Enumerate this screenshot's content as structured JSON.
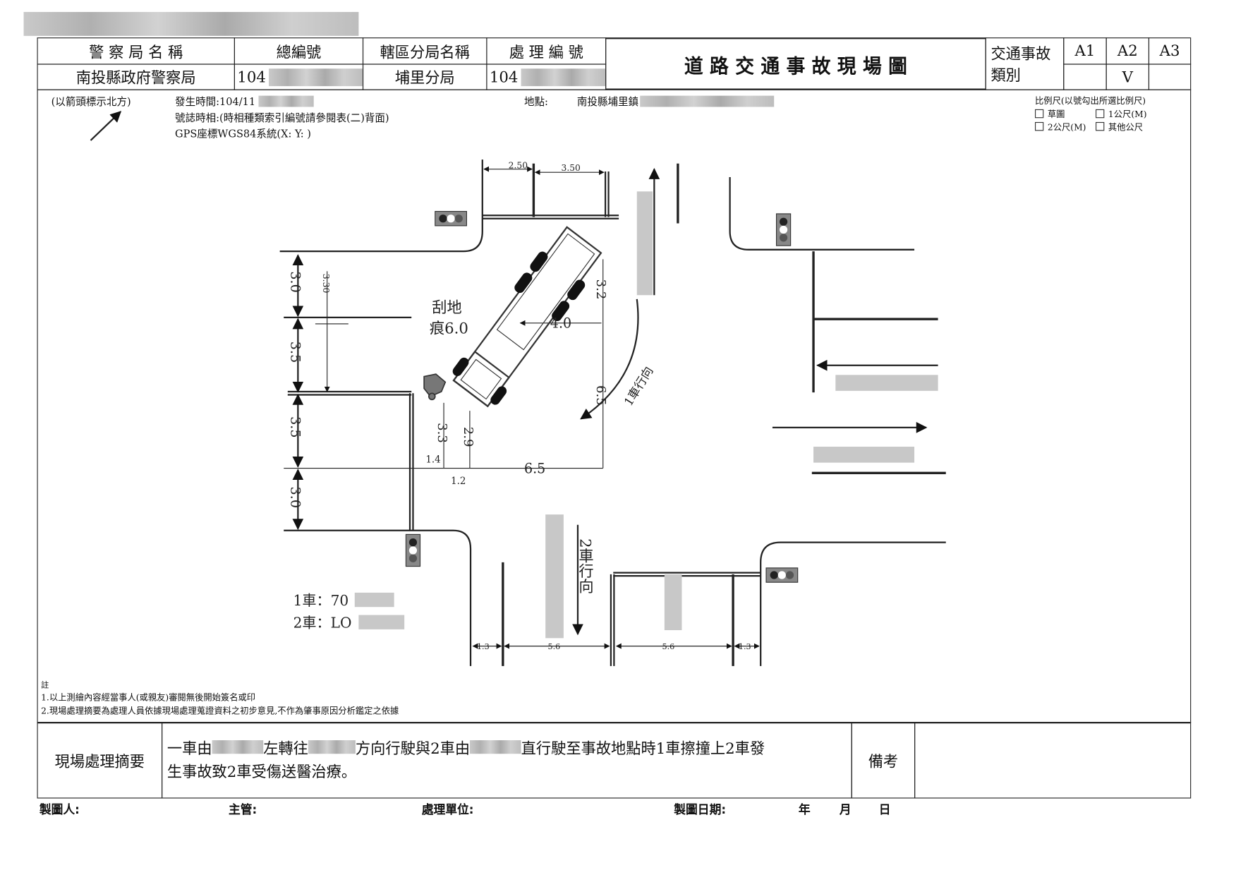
{
  "header": {
    "police_bureau_label": "警 察 局 名 稱",
    "police_bureau_value": "南投縣政府警察局",
    "serial_label": "總編號",
    "serial_value": "104",
    "precinct_label": "轄區分局名稱",
    "precinct_value": "埔里分局",
    "case_label": "處 理 編 號",
    "case_value": "104",
    "title": "道 路 交 通 事 故 現 場 圖",
    "category_label_1": "交通事故",
    "category_label_2": "類別",
    "categories": [
      "A1",
      "A2",
      "A3"
    ],
    "selected_mark": "V"
  },
  "info": {
    "north_note": "(以箭頭標示北方)",
    "time": "發生時間:104/11",
    "signal": "號誌時相:(時相種類索引編號請參閱表(二)背面)",
    "gps": "GPS座標WGS84系統(X:  Y: )",
    "location_label": "地點:",
    "location_value": "南投縣埔里鎮",
    "scale_title": "比例尺(以號勾出所選比例尺)",
    "scale_options": [
      "草圖",
      "1公尺(M)",
      "2公尺(M)",
      "其他公尺"
    ]
  },
  "drawing": {
    "dims_top": [
      "2.50",
      "3.50"
    ],
    "dims_left": [
      "3.0",
      "3.5",
      "3.5",
      "3.0"
    ],
    "dim_330": "3.30",
    "skid_1": "刮地",
    "skid_2": "痕6.0",
    "d40": "4.0",
    "d32": "3.2",
    "d65v": "6.5",
    "d33": "3.3",
    "d29": "2.9",
    "d14": "1.4",
    "d12": "1.2",
    "d65h": "6.5",
    "dims_bottom": [
      "1.3",
      "5.6",
      "5.6",
      "1.3"
    ],
    "veh1_dir": "1車行向",
    "veh2_dir": "2車行向",
    "veh1": "1車：70",
    "veh2": "2車：LO"
  },
  "notes": {
    "title": "註",
    "n1": "1.以上測繪內容經當事人(或親友)審閱無後開始簽名或印",
    "n2": "2.現場處理摘要為處理人員依據現場處理蒐證資料之初步意見,不作為肇事原因分析鑑定之依據"
  },
  "summary": {
    "label": "現場處理摘要",
    "p1": "一車由",
    "p2": "左轉往",
    "p3": "方向行駛與2車由",
    "p4": "直行駛至事故地點時1車擦撞上2車發",
    "p5": "生事故致2車受傷送醫治療。",
    "remarks_label": "備考"
  },
  "footer": {
    "drawer": "製圖人:",
    "supervisor": "主管:",
    "unit": "處理單位:",
    "date": "製圖日期:",
    "year": "年",
    "month": "月",
    "day": "日"
  }
}
